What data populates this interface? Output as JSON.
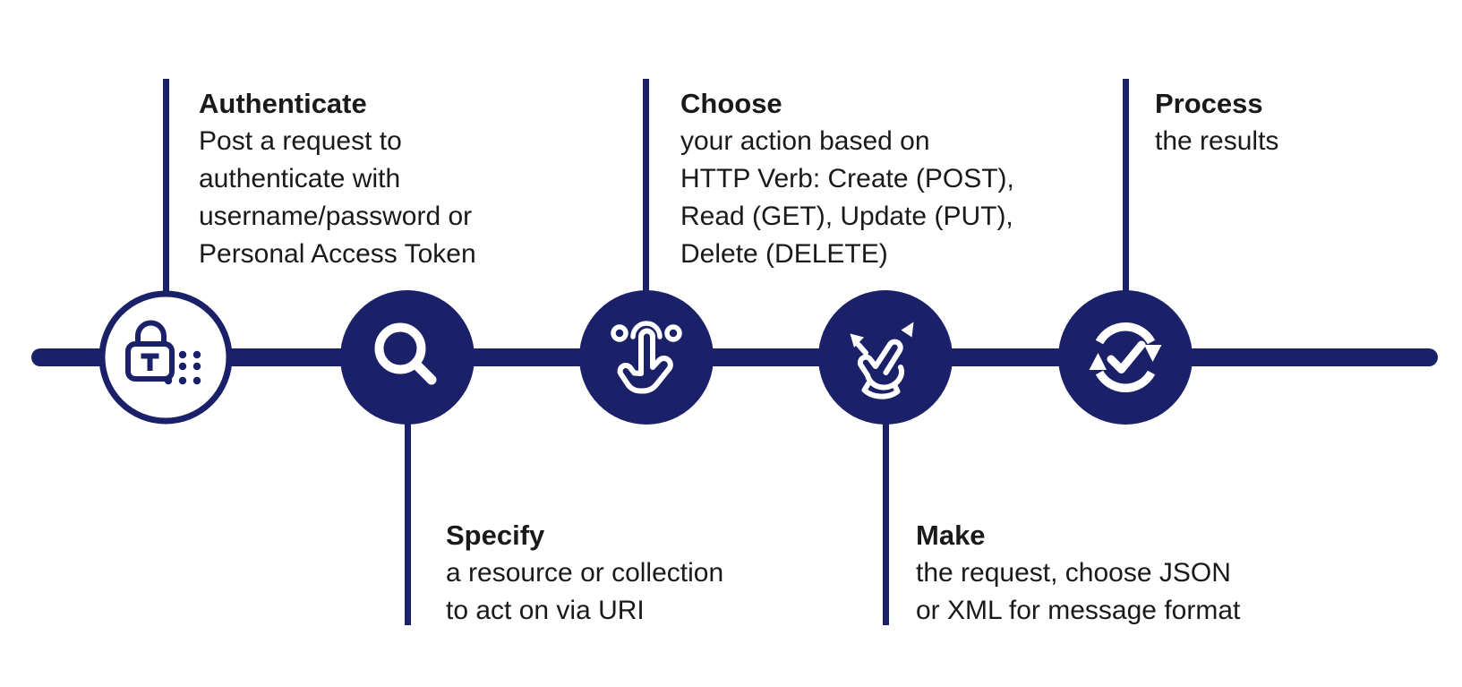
{
  "diagram": {
    "type": "process-timeline",
    "colors": {
      "navy": "#1a2168",
      "text": "#1a1a1a",
      "background": "#ffffff"
    },
    "steps": [
      {
        "title": "Authenticate",
        "description": "Post a request to\nauthenticate with\nusername/password or\nPersonal Access Token",
        "icon": "lock-icon",
        "text_position": "above",
        "circle_style": "outlined"
      },
      {
        "title": "Specify",
        "description": "a resource or collection\nto act on via URI",
        "icon": "search-icon",
        "text_position": "below",
        "circle_style": "filled"
      },
      {
        "title": "Choose",
        "description": "your action based on\nHTTP Verb: Create (POST),\nRead (GET), Update (PUT),\nDelete (DELETE)",
        "icon": "tap-choose-icon",
        "text_position": "above",
        "circle_style": "filled"
      },
      {
        "title": "Make",
        "description": "the request, choose JSON\nor XML for message format",
        "icon": "swipe-make-icon",
        "text_position": "below",
        "circle_style": "filled"
      },
      {
        "title": "Process",
        "description": "the results",
        "icon": "sync-check-icon",
        "text_position": "above",
        "circle_style": "filled"
      }
    ]
  }
}
